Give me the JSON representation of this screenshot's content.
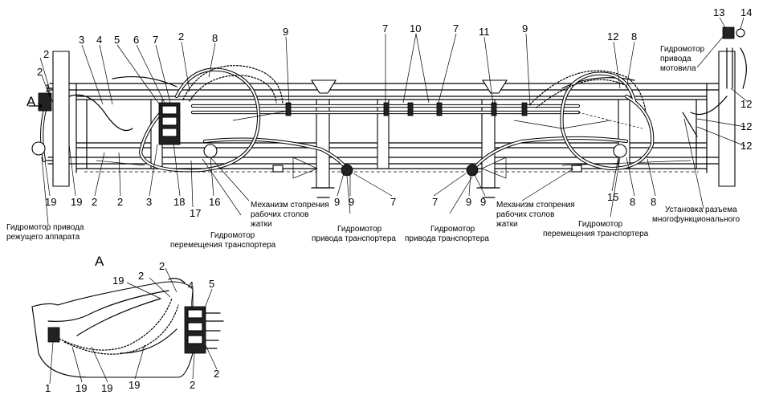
{
  "view_marks": {
    "a_main": "А",
    "a_detail": "А"
  },
  "numbers": {
    "n1": "1",
    "n2a": "2",
    "n2b": "2",
    "n3": "3",
    "n4": "4",
    "n5": "5",
    "n6": "6",
    "n7a": "7",
    "n2c": "2",
    "n8a": "8",
    "n9a": "9",
    "n7b": "7",
    "n10": "10",
    "n7c": "7",
    "n11": "11",
    "n9b": "9",
    "n12a": "12",
    "n8b": "8",
    "n13": "13",
    "n14": "14",
    "n12b": "12",
    "n12c": "12",
    "n12d": "12",
    "b19a": "19",
    "b19b": "19",
    "b2a": "2",
    "b2b": "2",
    "b3": "3",
    "b18": "18",
    "b17": "17",
    "b16": "16",
    "b9a": "9",
    "b9b": "9",
    "b7a": "7",
    "b7b": "7",
    "b9c": "9",
    "b9d": "9",
    "b15": "15",
    "b8a": "8",
    "b8b": "8",
    "d19a": "19",
    "d2a": "2",
    "d2b": "2",
    "d4": "4",
    "d5": "5",
    "d1": "1",
    "d19b": "19",
    "d19c": "19",
    "d19d": "19",
    "d2c": "2",
    "d2d": "2"
  },
  "labels": {
    "motor_cutter": [
      "Гидромотор привода",
      "режущего аппарата"
    ],
    "stop_mech_left": [
      "Механизм стопрения",
      "рабочих столов",
      "жатки"
    ],
    "motor_conv_move_left": [
      "Гидромотор",
      "перемещения транспортера"
    ],
    "motor_conv_drive_left": [
      "Гидромотор",
      "привода транспортера"
    ],
    "motor_conv_drive_right": [
      "Гидромотор",
      "привода транспортера"
    ],
    "stop_mech_right": [
      "Механизм стопрения",
      "рабочих столов",
      "жатки"
    ],
    "motor_conv_move_right": [
      "Гидромотор",
      "перемещения транспортера"
    ],
    "connector": [
      "Установка разъема",
      "многофункционального"
    ],
    "motor_reel": [
      "Гидромотор",
      "привода",
      "мотовила"
    ]
  }
}
